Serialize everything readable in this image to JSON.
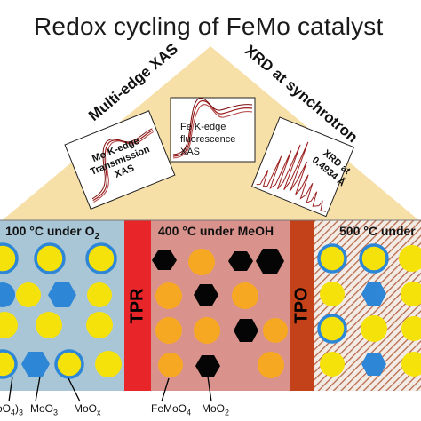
{
  "title": "Redox cycling of FeMo catalyst",
  "roof": {
    "left_label": "Multi-edge XAS",
    "right_label": "XRD at synchrotron"
  },
  "insets": [
    {
      "label_line1": "Mo K-edge",
      "label_line2": "Transmission",
      "label_line3": "XAS"
    },
    {
      "label_line1": "Fe K-edge",
      "label_line2": "fluorescence",
      "label_line3": "XAS"
    },
    {
      "label_line1": "XRD at",
      "label_line2": "0.4934 Å"
    }
  ],
  "panels": {
    "p1": {
      "label": "100 °C under O",
      "sub": "2"
    },
    "p2": {
      "label": "400 °C under MeOH"
    },
    "p3": {
      "label": "500 °C under"
    }
  },
  "bars": {
    "tpr": "TPR",
    "tpo": "TPO"
  },
  "bottom_labels": {
    "l1": "(MoO",
    "l1_sub": "4",
    "l1_end": ")",
    "l1_sub2": "3",
    "l2": "MoO",
    "l2_sub": "3",
    "l3": "MoO",
    "l3_sub": "x",
    "l4": "FeMoO",
    "l4_sub": "4",
    "l5": "MoO",
    "l5_sub": "2"
  },
  "colors": {
    "roof": "#f7dfa8",
    "panel1": "#a9c6d6",
    "panel2": "#d9938c",
    "panel3_stripe": "#b86a4b",
    "tpr": "#e8262a",
    "tpo": "#c4421a",
    "yellow": "#f5e20a",
    "blue": "#2e86d6",
    "orange": "#f7a823",
    "black": "#050505",
    "curve": "#9c1f1f"
  }
}
